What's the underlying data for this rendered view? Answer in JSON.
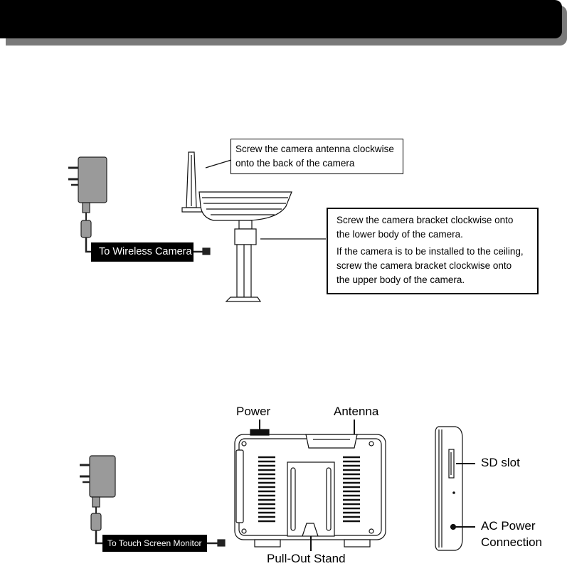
{
  "camera_section": {
    "antenna_callout": {
      "line1": "Screw the camera antenna clockwise",
      "line2": "onto the back of the camera"
    },
    "bracket_callout": {
      "line1": "Screw the camera bracket clockwise onto",
      "line2": "the lower body of the camera.",
      "line3": "If the camera is to be installed to the ceiling,",
      "line4": "screw the camera bracket clockwise onto",
      "line5": "the upper body of the camera."
    },
    "adapter_label": "To Wireless Camera"
  },
  "monitor_section": {
    "adapter_label": "To Touch Screen Monitor",
    "labels": {
      "power": "Power",
      "antenna": "Antenna",
      "sd_slot": "SD slot",
      "ac_power_line1": "AC Power",
      "ac_power_line2": "Connection",
      "pull_out_stand": "Pull-Out Stand"
    }
  },
  "colors": {
    "header_bar": "#000000",
    "header_shadow": "#7a7a7a",
    "adapter_fill": "#9a9a9a"
  }
}
